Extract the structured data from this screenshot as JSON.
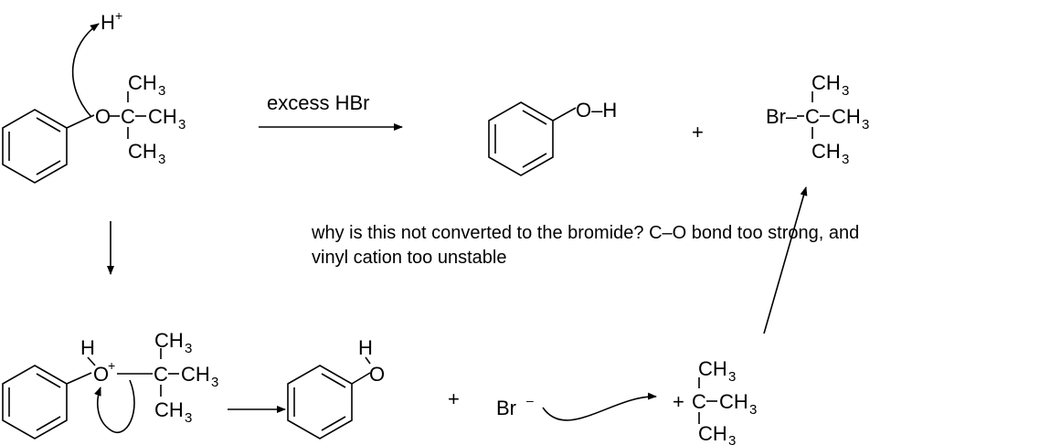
{
  "reagent": "excess HBr",
  "proton": {
    "symbol": "H",
    "charge": "+"
  },
  "methyl": {
    "symbol": "CH",
    "subscript": "3"
  },
  "atoms": {
    "O": "O",
    "H": "H",
    "C": "C",
    "OH_bond_label": "O–H",
    "Br_bond": "Br–"
  },
  "plus": "+",
  "bromide": {
    "symbol": "Br",
    "charge": "–"
  },
  "oxonium_charge": "+",
  "question": {
    "line1": "why is this not converted to the bromide?  C–O bond too strong, and",
    "line2": "vinyl cation too unstable"
  }
}
